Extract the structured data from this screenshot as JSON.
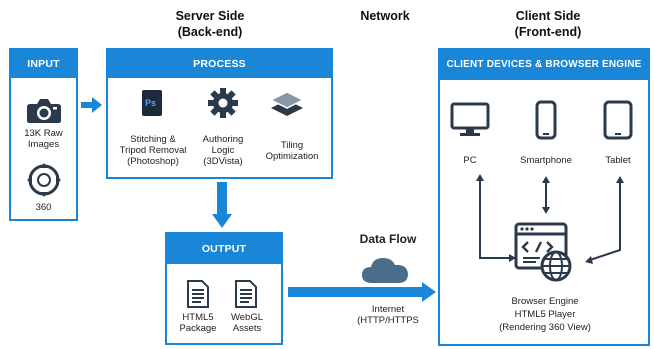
{
  "headers": {
    "server_line1": "Server Side",
    "server_line2": "(Back-end)",
    "network": "Network",
    "client_line1": "Client Side",
    "client_line2": "(Front-end)"
  },
  "input": {
    "title": "INPUT",
    "camera_line1": "13K Raw",
    "camera_line2": "Images",
    "pano_label": "360"
  },
  "process": {
    "title": "PROCESS",
    "ps_icon_text": "Ps",
    "stitch_line1": "Stitching &",
    "stitch_line2": "Tripod Removal",
    "stitch_line3": "(Photoshop)",
    "author_line1": "Authoring",
    "author_line2": "Logic",
    "author_line3": "(3DVista)",
    "tile_line1": "Tiling",
    "tile_line2": "Optimization"
  },
  "output": {
    "title": "OUTPUT",
    "html_line1": "HTML5",
    "html_line2": "Package",
    "webgl_line1": "WebGL",
    "webgl_line2": "Assets"
  },
  "network": {
    "data_flow": "Data Flow",
    "internet_line1": "Internet",
    "internet_line2": "(HTTP/HTTPS"
  },
  "client": {
    "title": "CLIENT DEVICES & BROWSER ENGINE",
    "pc": "PC",
    "smartphone": "Smartphone",
    "tablet": "Tablet",
    "engine_line1": "Browser Engine",
    "engine_line2": "HTML5 Player",
    "engine_line3": "(Rendering 360 View)"
  },
  "colors": {
    "accent": "#1a86d8",
    "icon_dark": "#2b3a4a"
  }
}
